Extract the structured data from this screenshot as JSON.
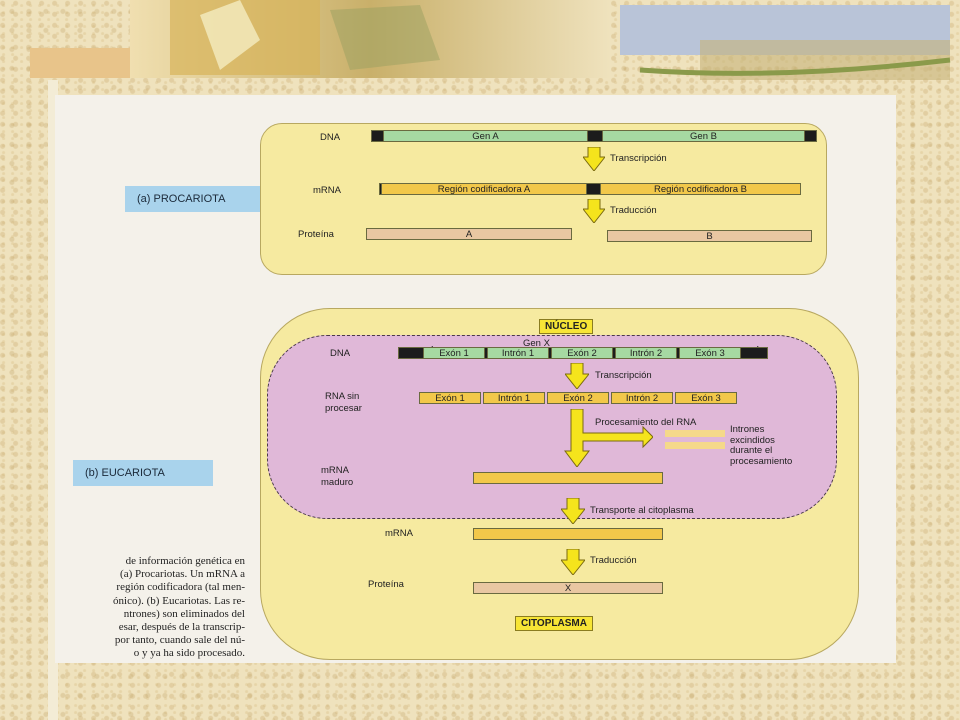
{
  "slide": {
    "panel_a_label": "(a) PROCARIOTA",
    "panel_b_label": "(b) EUCARIOTA"
  },
  "prokaryote": {
    "dna_label": "DNA",
    "gene_a": "Gen A",
    "gene_b": "Gen B",
    "transcription": "Transcripción",
    "mrna_label": "mRNA",
    "region_a": "Región codificadora A",
    "region_b": "Región codificadora B",
    "translation": "Traducción",
    "protein_label": "Proteína",
    "protein_a": "A",
    "protein_b": "B"
  },
  "eukaryote": {
    "nucleus_title": "NÚCLEO",
    "gene_x": "Gen X",
    "dna_label": "DNA",
    "dna_segments": [
      "Exón 1",
      "Intrón 1",
      "Exón 2",
      "Intrón 2",
      "Exón 3"
    ],
    "transcription": "Transcripción",
    "rna_unprocessed_line1": "RNA sin",
    "rna_unprocessed_line2": "procesar",
    "rna_segments": [
      "Exón 1",
      "Intrón 1",
      "Exón 2",
      "Intrón 2",
      "Exón 3"
    ],
    "processing": "Procesamiento del RNA",
    "introns_note_line1": "Intrones",
    "introns_note_line2": "excindidos",
    "introns_note_line3": "durante el",
    "introns_note_line4": "procesamiento",
    "mature_line1": "mRNA",
    "mature_line2": "maduro",
    "transport": "Transporte al citoplasma",
    "mrna_label": "mRNA",
    "translation": "Traducción",
    "protein_label": "Proteína",
    "protein_x": "X",
    "cytoplasm_title": "CITOPLASMA"
  },
  "caption_lines": [
    "de información genética en",
    "(a) Procariotas. Un mRNA a",
    "región codificadora (tal men-",
    "ónico). (b) Eucariotas. Las re-",
    "ntrones) son eliminados del",
    "esar, después de la transcrip-",
    "por tanto, cuando sale del nú-",
    "o y ya ha sido procesado."
  ],
  "colors": {
    "cell_fill": "#f6eaa0",
    "nucleus_fill": "#e0b8d8",
    "dna_green": "#a6d9a2",
    "mrna_yellow": "#f2c84a",
    "protein_tan": "#e9c7a2",
    "arrow_yellow": "#f5e41c",
    "label_blue": "#a9d3ec"
  }
}
